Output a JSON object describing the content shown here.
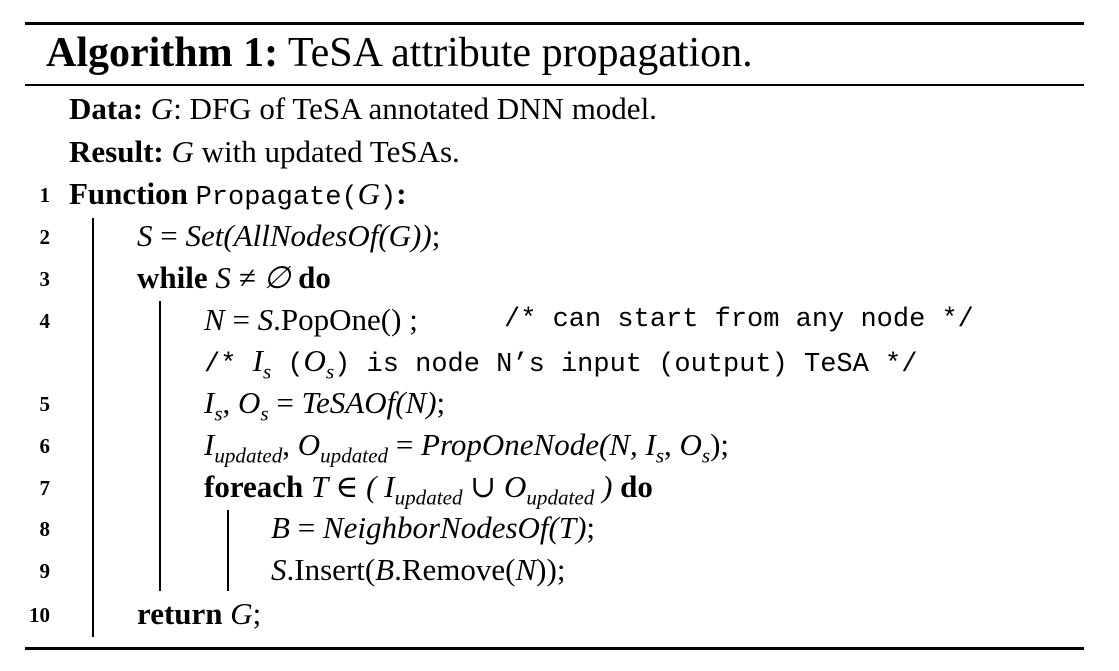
{
  "algorithm": {
    "label": "Algorithm 1:",
    "title": "TeSA attribute propagation."
  },
  "data_line": {
    "label": "Data:",
    "var": "G",
    "text": ": DFG of TeSA annotated DNN model."
  },
  "result_line": {
    "label": "Result:",
    "var": "G",
    "text": " with updated TeSAs."
  },
  "lines": [
    {
      "n": "1",
      "kw": "Function",
      "name": "Propagate",
      "open": "(",
      "arg": "G",
      "close": ")",
      "colon": ":"
    },
    {
      "n": "2",
      "lhs": "S",
      "eq": " = ",
      "call": "Set(AllNodesOf(G))",
      "end": ";"
    },
    {
      "n": "3",
      "kw": "while",
      "cond": "S ≠ ∅",
      "kw2": "do"
    },
    {
      "n": "4",
      "lhs": "N",
      "eq": " = ",
      "obj": "S",
      "method": ".PopOne() ;",
      "comment": "/* can start from any node */"
    },
    {
      "n": "",
      "comment_open": "/* ",
      "cv1": "I",
      "cv1sub": "s",
      "cmid": " (",
      "cv2": "O",
      "cv2sub": "s",
      "crest": ") is node N’s input (output) TeSA */"
    },
    {
      "n": "5",
      "v1": "I",
      "v1sub": "s",
      "sep": ", ",
      "v2": "O",
      "v2sub": "s",
      "eq": " = ",
      "call": "TeSAOf(N)",
      "end": ";"
    },
    {
      "n": "6",
      "v1": "I",
      "v1sub": "updated",
      "sep": ", ",
      "v2": "O",
      "v2sub": "updated",
      "eq": " = ",
      "call": "PropOneNode(N, ",
      "a1": "I",
      "a1sub": "s",
      "asep": ", ",
      "a2": "O",
      "a2sub": "s",
      "end": ");"
    },
    {
      "n": "7",
      "kw": "foreach",
      "var": "T",
      "in": " ∈ ( ",
      "u1": "I",
      "u1sub": "updated",
      "cup": " ∪ ",
      "u2": "O",
      "u2sub": "updated",
      "close": " )",
      "kw2": "do"
    },
    {
      "n": "8",
      "lhs": "B",
      "eq": " = ",
      "call": "NeighborNodesOf(T)",
      "end": ";"
    },
    {
      "n": "9",
      "obj": "S",
      "method": ".Insert(",
      "obj2": "B",
      "method2": ".Remove(",
      "arg": "N",
      "end": "));"
    },
    {
      "n": "10",
      "kw": "return",
      "var": "G",
      "end": ";"
    }
  ]
}
